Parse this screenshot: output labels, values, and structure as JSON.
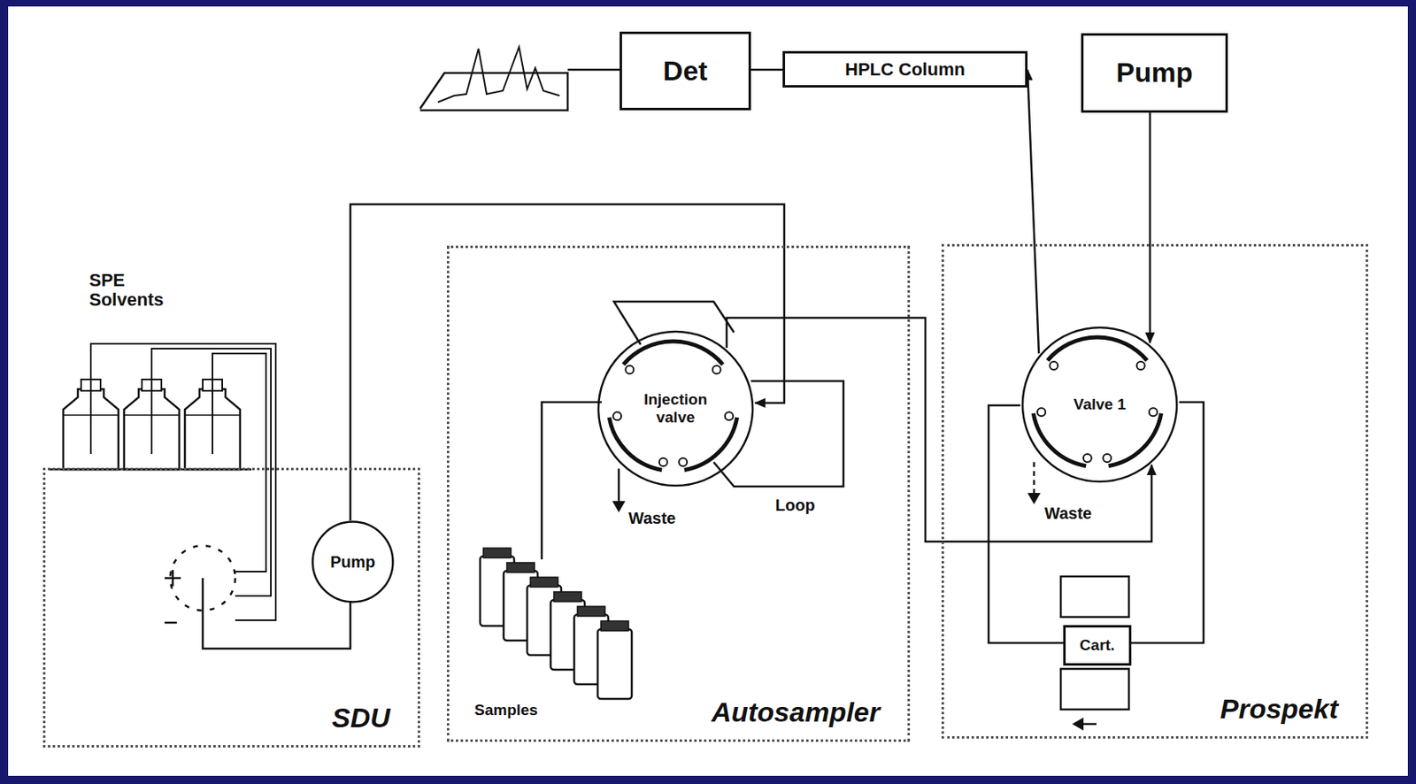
{
  "diagram": {
    "nodes": [
      {
        "text": [
          "Det"
        ]
      },
      {
        "text": [
          "HPLC Column"
        ]
      },
      {
        "text": [
          "Pump"
        ]
      },
      {
        "text": [
          "SDU"
        ]
      },
      {
        "text": [
          "Pump"
        ],
        "in": 3
      },
      {
        "text": [
          "Autosampler"
        ]
      },
      {
        "text": [
          "Injection valve"
        ],
        "in": 5
      },
      {
        "text": [
          "Prospekt"
        ]
      },
      {
        "text": [
          "Valve 1"
        ],
        "in": 7
      },
      {
        "text": [
          "Cart."
        ],
        "in": 7
      }
    ],
    "edges": [
      {
        "from": 4,
        "to": 6,
        "arrow": "to"
      },
      {
        "from": 6,
        "to": 8,
        "arrow": "to"
      },
      {
        "from": 2,
        "to": 8,
        "arrow": "to"
      },
      {
        "from": 8,
        "to": 1,
        "arrow": "to"
      },
      {
        "from": 1,
        "to": 0,
        "arrow": "none"
      },
      {
        "from": 8,
        "to": 9,
        "arrow": "none"
      },
      {
        "from": 8,
        "to": 9,
        "arrow": "none"
      }
    ],
    "labels": [
      "SPE Solvents",
      "Samples",
      "Loop",
      "Waste",
      "Waste"
    ]
  }
}
